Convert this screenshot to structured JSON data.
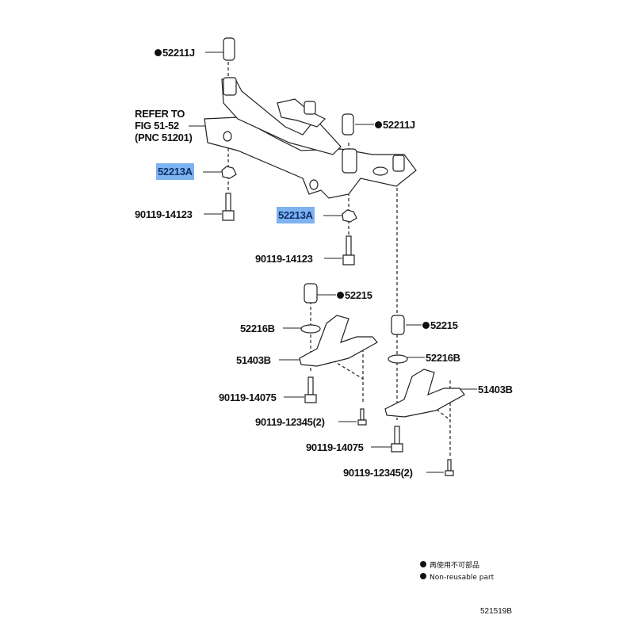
{
  "labels": {
    "bushing_upper_left": "52211J",
    "refer_line1": "REFER TO",
    "refer_line2": "FIG 51-52",
    "refer_line3": "(PNC 51201)",
    "stopper_left": "52213A",
    "bolt_left": "90119-14123",
    "stopper_right": "52213A",
    "bolt_right": "90119-14123",
    "bushing_upper_right": "52211J",
    "bushing_lower_left": "52215",
    "washer_left": "52216B",
    "brace_left": "51403B",
    "brace_bolt_left": "90119-14075",
    "brace_screw_left": "90119-12345(2)",
    "bushing_lower_right": "52215",
    "washer_right": "52216B",
    "brace_right": "51403B",
    "brace_bolt_right": "90119-14075",
    "brace_screw_right": "90119-12345(2)"
  },
  "legend": {
    "japanese": "再使用不可部品",
    "english": "Non-reusable part"
  },
  "figure_code": "521519B",
  "colors": {
    "highlight": "#7fb2f0",
    "highlight_text": "#0d2f6b",
    "ink": "#111111"
  }
}
